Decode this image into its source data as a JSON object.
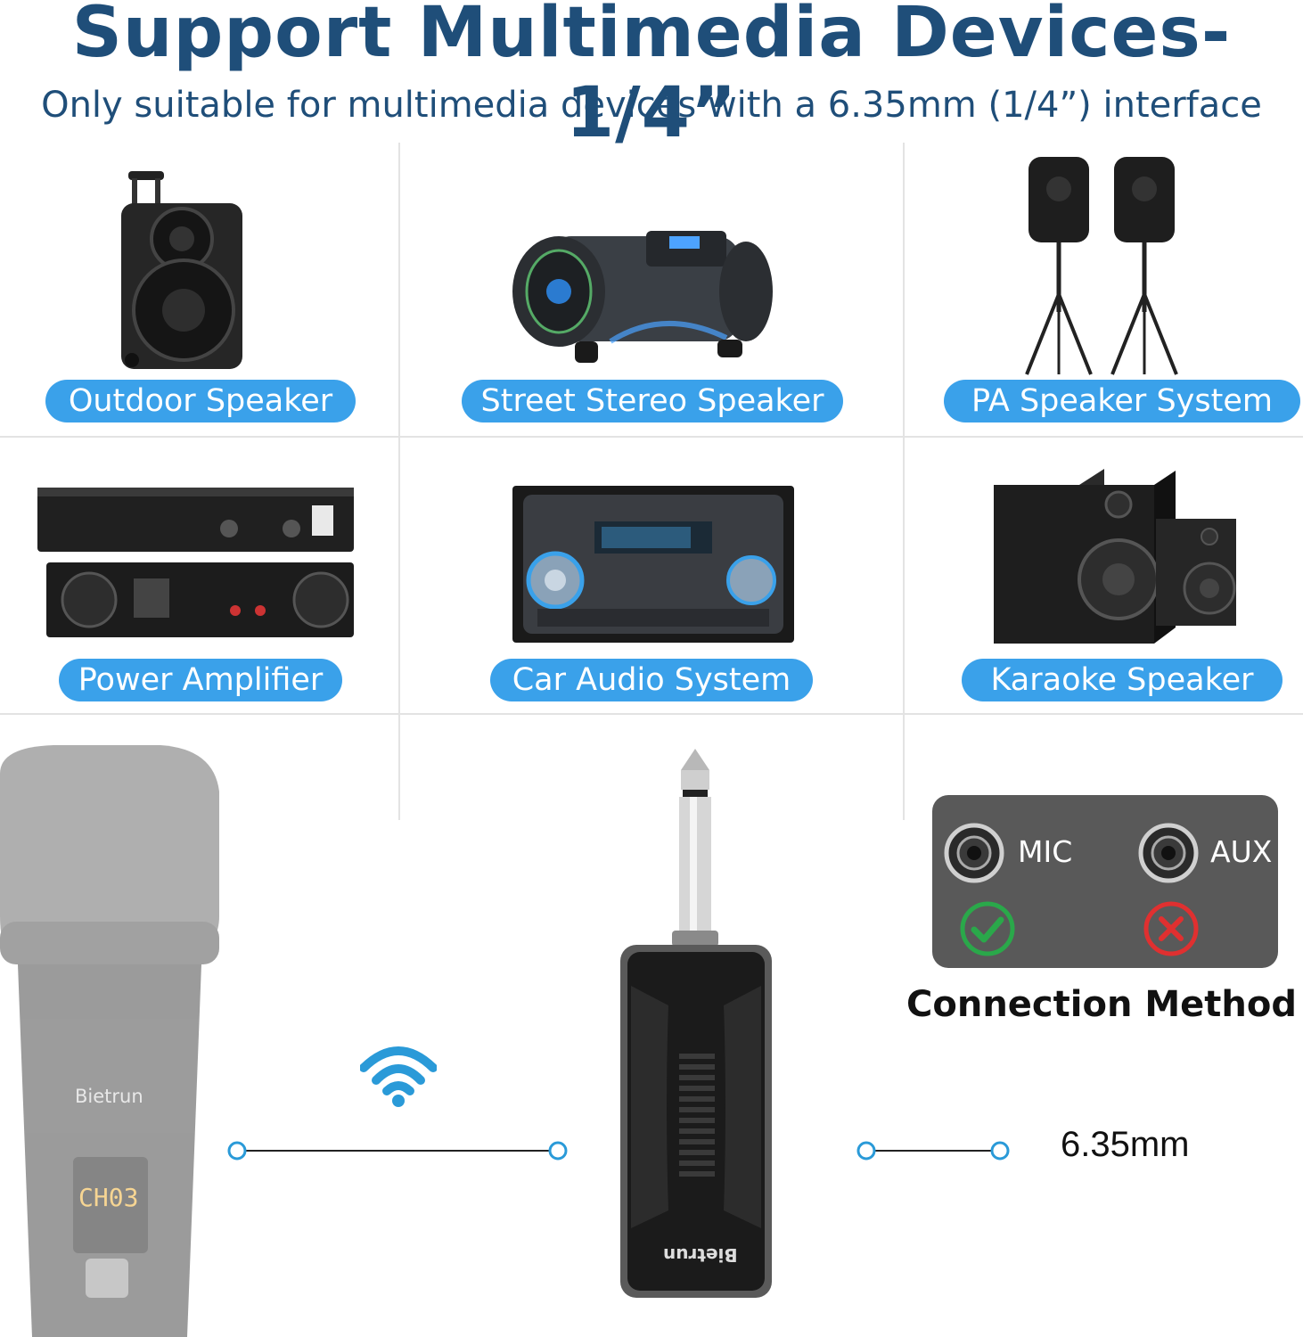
{
  "header": {
    "title": "Support Multimedia Devices-1/4”",
    "subtitle": "Only suitable for multimedia devices with a 6.35mm (1/4”) interface"
  },
  "devices": [
    {
      "label": "Outdoor Speaker",
      "icon": "trolley-speaker-icon"
    },
    {
      "label": "Street Stereo Speaker",
      "icon": "boombox-speaker-icon"
    },
    {
      "label": "PA Speaker System",
      "icon": "pa-speakers-on-stands-icon"
    },
    {
      "label": "Power Amplifier",
      "icon": "rack-amplifier-icon"
    },
    {
      "label": "Car Audio System",
      "icon": "car-stereo-icon"
    },
    {
      "label": "Karaoke Speaker",
      "icon": "bookshelf-speakers-icon"
    }
  ],
  "connection": {
    "mic_label": "MIC",
    "aux_label": "AUX",
    "mic_status": "check",
    "aux_status": "cross",
    "title": "Connection Method",
    "size_label": "6.35mm"
  },
  "product": {
    "mic_brand": "Bietrun",
    "rx_brand": "Bietrun"
  },
  "colors": {
    "title": "#1f4e79",
    "pill": "#3aa1ea",
    "check": "#2aa84a",
    "cross": "#e03030",
    "connector": "#2a9ad8"
  }
}
